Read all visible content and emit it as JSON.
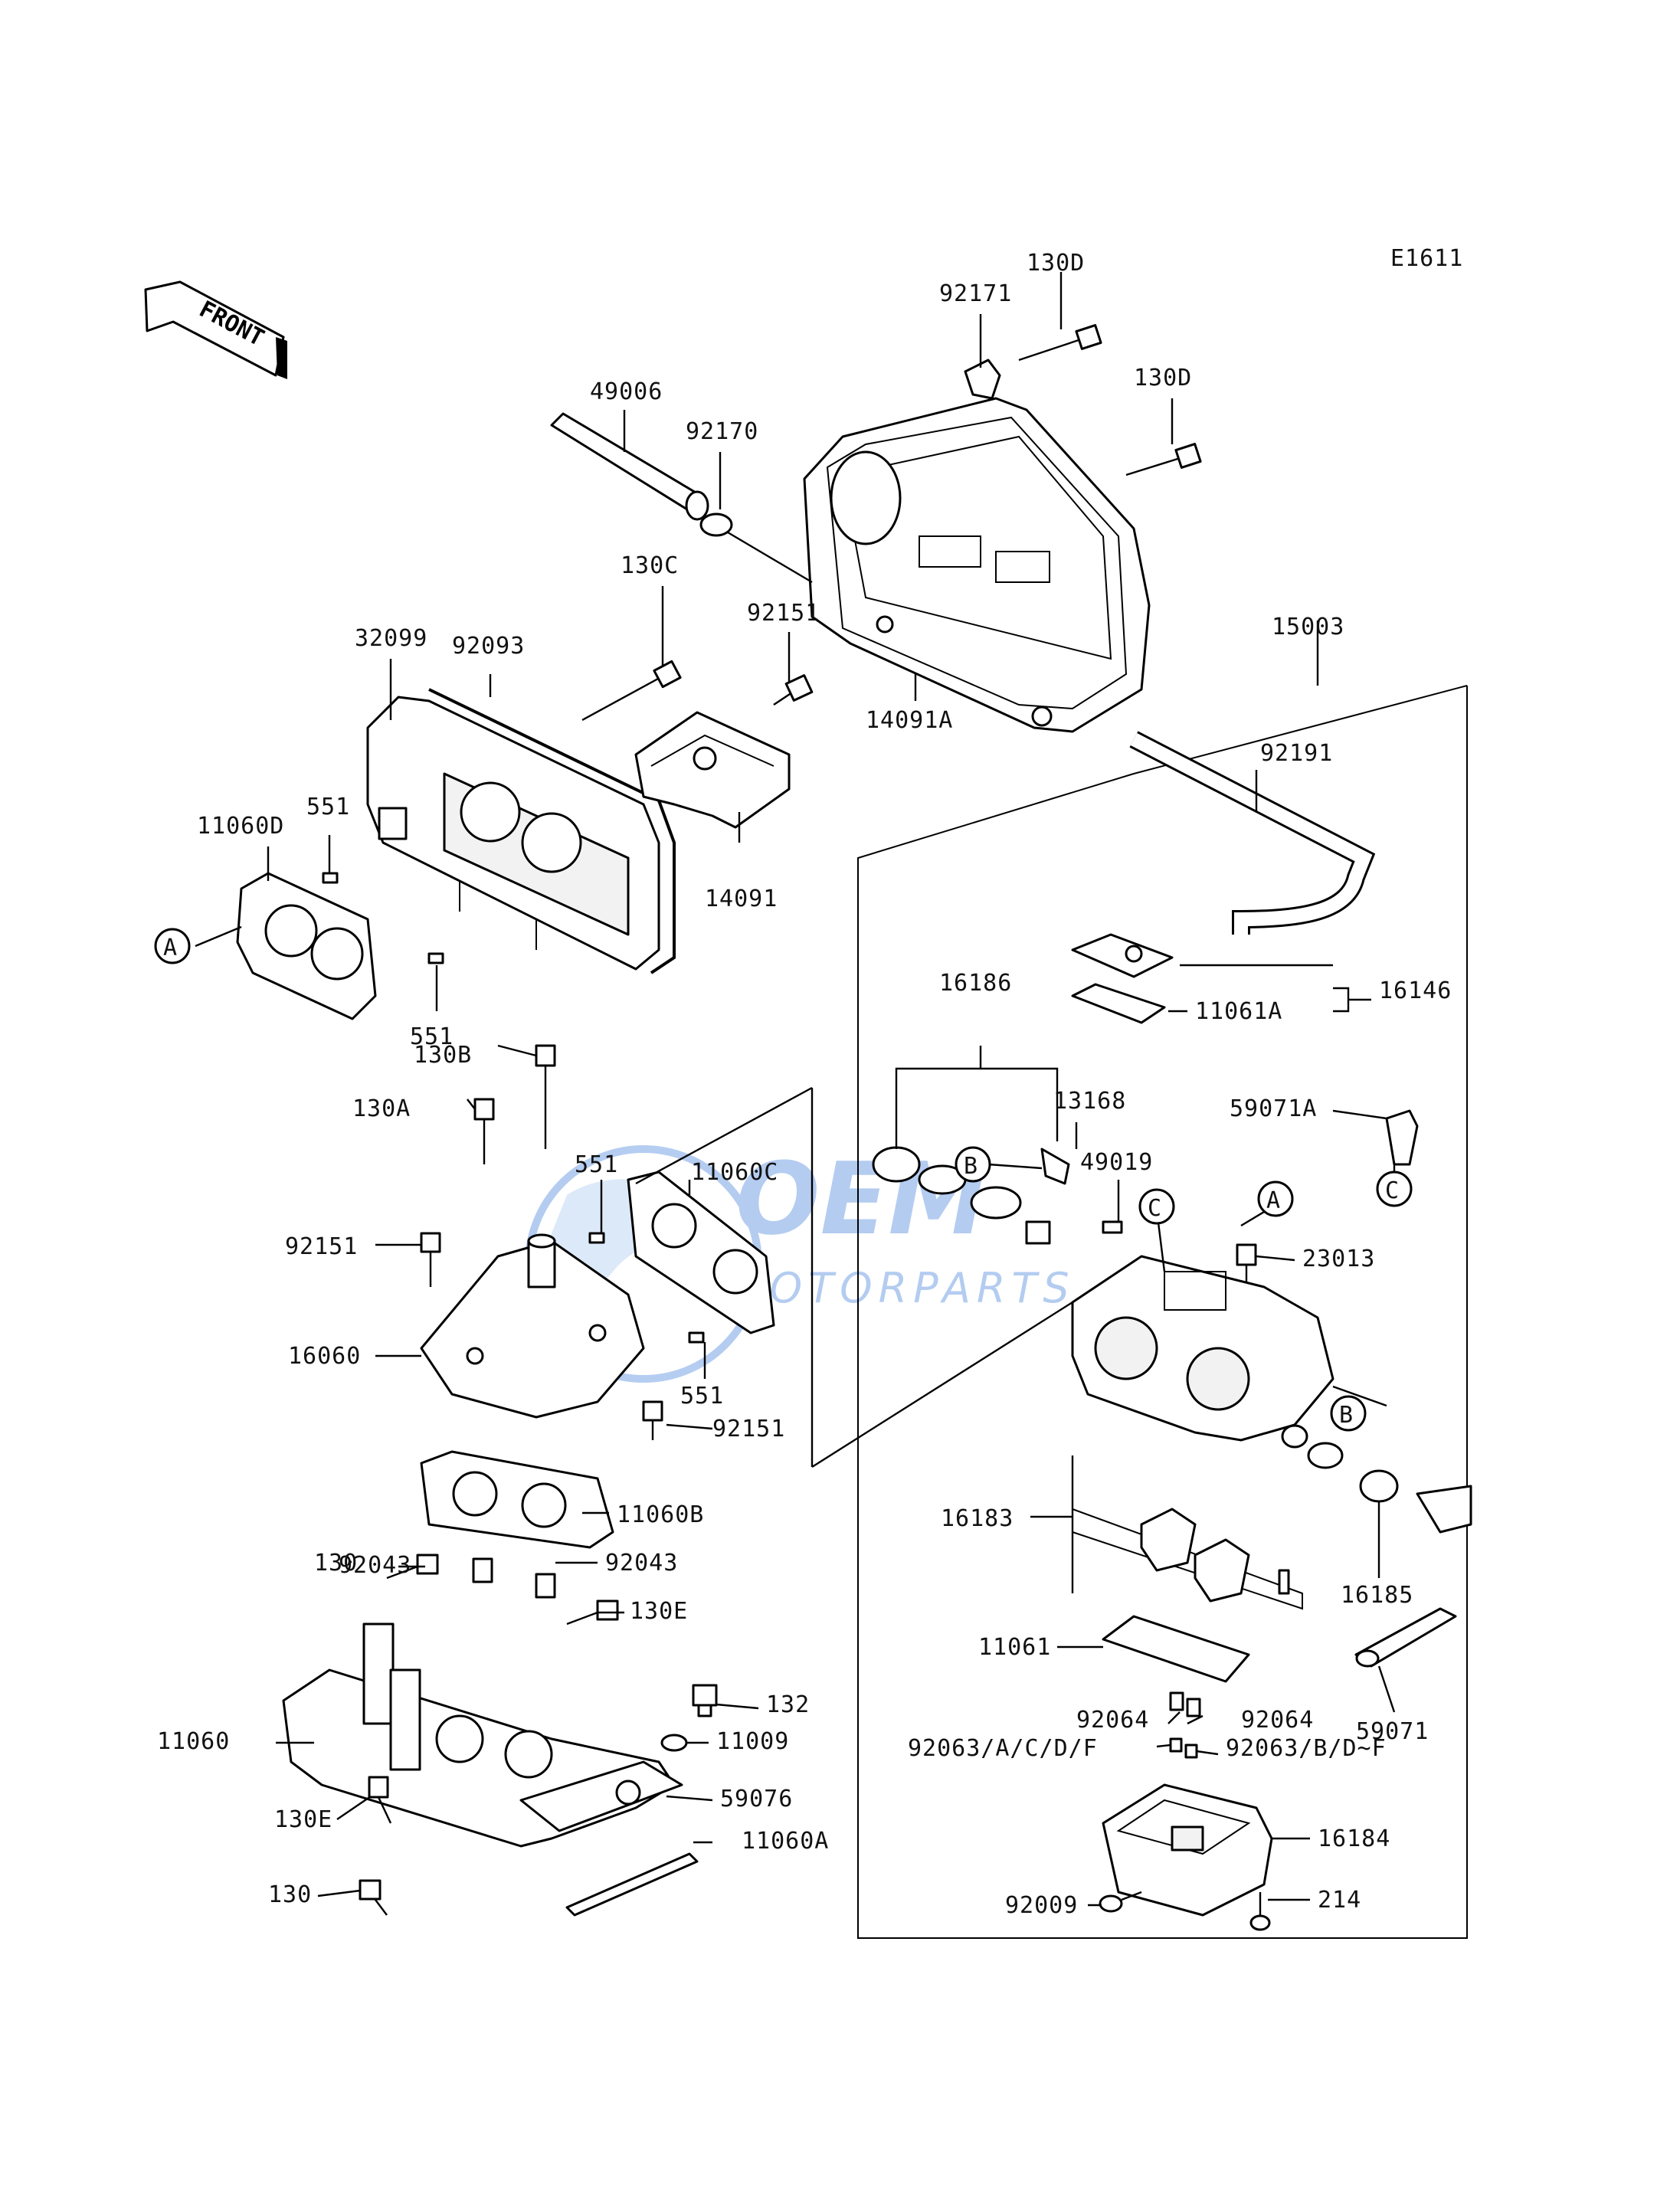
{
  "diagram_code": "E1611",
  "front_label": "FRONT",
  "watermark": {
    "brand": "OEM",
    "sub": "MOTORPARTS",
    "color": "#2a6fd6"
  },
  "part_labels": {
    "p130D_a": "130D",
    "p92171": "92171",
    "p130D_b": "130D",
    "p49006": "49006",
    "p92170": "92170",
    "p130C": "130C",
    "p92151_top": "92151",
    "p32099": "32099",
    "p92093": "92093",
    "p14091A": "14091A",
    "p15003": "15003",
    "p92191": "92191",
    "p551_a": "551",
    "p11060D": "11060D",
    "p14091": "14091",
    "p551_b": "551",
    "p16146": "16146",
    "p11061A": "11061A",
    "p16186": "16186",
    "p59071A": "59071A",
    "p130B": "130B",
    "p13168": "13168",
    "p130A": "130A",
    "p551_c": "551",
    "p11060C": "11060C",
    "p49019": "49019",
    "p92151_l": "92151",
    "p23013": "23013",
    "p16060": "16060",
    "p551_d": "551",
    "p92151_r": "92151",
    "p11060B": "11060B",
    "p16183": "16183",
    "p92043_l": "92043",
    "p92043_r": "92043",
    "p130_a": "130",
    "p16185": "16185",
    "p130E_a": "130E",
    "p11061": "11061",
    "p59071": "59071",
    "p132": "132",
    "p92064_l": "92064",
    "p92064_r": "92064",
    "p11060": "11060",
    "p11009": "11009",
    "p92063_l": "92063/A/C/D/F",
    "p92063_r": "92063/B/D~F",
    "p130E_b": "130E",
    "p59076": "59076",
    "p11060A": "11060A",
    "p16184": "16184",
    "p130_b": "130",
    "p92009": "92009",
    "p214": "214"
  },
  "callouts": {
    "A_left": "A",
    "A_right": "A",
    "B_mid": "B",
    "B_right": "B",
    "C_mid": "C",
    "C_right": "C"
  }
}
